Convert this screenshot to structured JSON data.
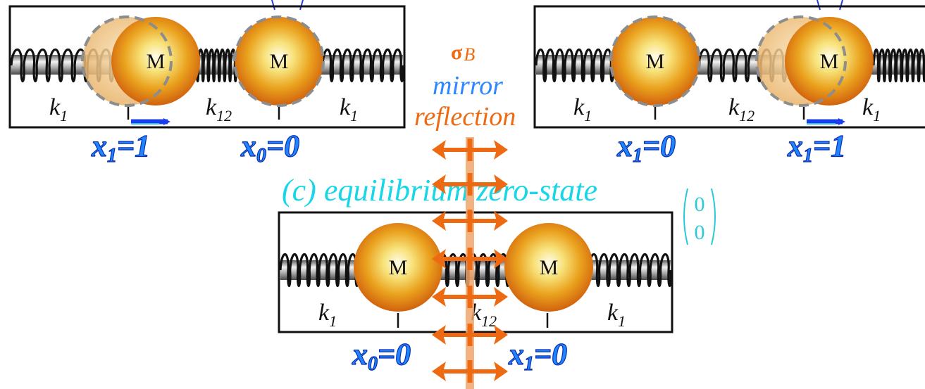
{
  "colors": {
    "frame": "#111111",
    "spring": "#111111",
    "x_label_fill": "#1f86ff",
    "x_label_stroke": "#0b2fb0",
    "caption": "#17d6e8",
    "mirror_orange": "#ee6a12",
    "mirror_blue": "#2d88ff",
    "vector_cyan": "#29c9d8",
    "ball_core": "#fffbe6",
    "ball_edge": "#d9690f"
  },
  "panels": [
    {
      "id": "top-left",
      "masses": [
        "M",
        "M"
      ],
      "springs": [
        {
          "k": "k",
          "sub": "1"
        },
        {
          "k": "k",
          "sub": "12"
        },
        {
          "k": "k",
          "sub": "1"
        }
      ],
      "coords": [
        {
          "x": "x",
          "sub": "1",
          "eq": "=1"
        },
        {
          "x": "x",
          "sub": "0",
          "eq": "=0"
        }
      ]
    },
    {
      "id": "top-right",
      "masses": [
        "M",
        "M"
      ],
      "springs": [
        {
          "k": "k",
          "sub": "1"
        },
        {
          "k": "k",
          "sub": "12"
        },
        {
          "k": "k",
          "sub": "1"
        }
      ],
      "coords": [
        {
          "x": "x",
          "sub": "1",
          "eq": "=0"
        },
        {
          "x": "x",
          "sub": "1",
          "eq": "=1"
        }
      ]
    },
    {
      "id": "bottom",
      "masses": [
        "M",
        "M"
      ],
      "springs": [
        {
          "k": "k",
          "sub": "1"
        },
        {
          "k": "k",
          "sub": "12"
        },
        {
          "k": "k",
          "sub": "1"
        }
      ],
      "coords": [
        {
          "x": "x",
          "sub": "0",
          "eq": "=0"
        },
        {
          "x": "x",
          "sub": "1",
          "eq": "=0"
        }
      ]
    }
  ],
  "mirror": {
    "sigma": "σ",
    "sigma_sub": "B",
    "line1": "mirror",
    "line2": "reflection"
  },
  "caption": "(c) equilibrium zero-state",
  "state_vector": [
    "0",
    "0"
  ]
}
